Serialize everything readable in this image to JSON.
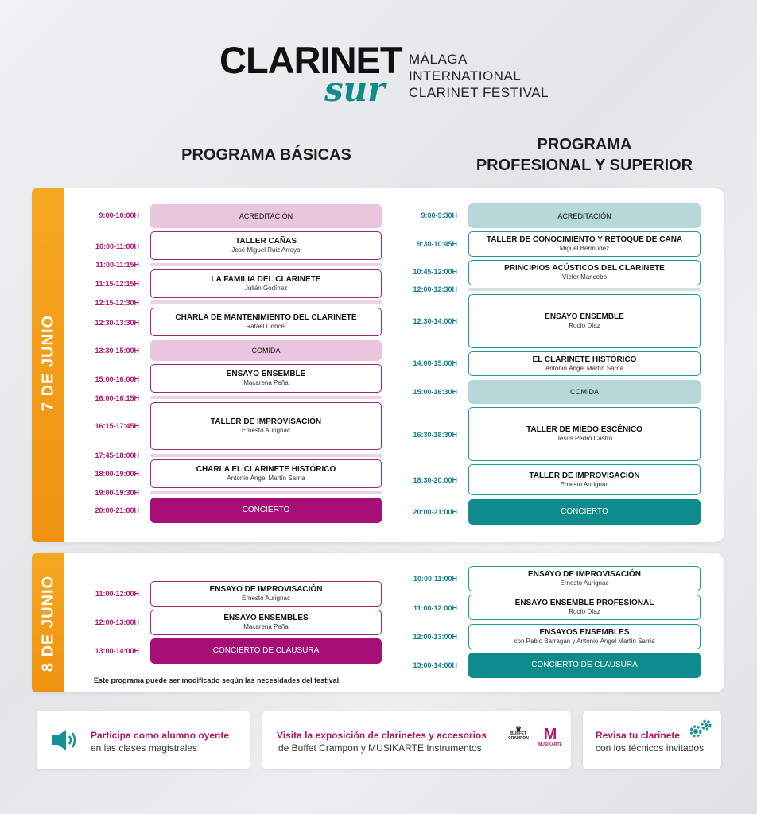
{
  "logo": {
    "main": "CLARINET",
    "script": "sur",
    "sub1": "MÁLAGA",
    "sub2": "INTERNATIONAL",
    "sub3": "CLARINET FESTIVAL"
  },
  "titles": {
    "basicas": "PROGRAMA BÁSICAS",
    "prof1": "PROGRAMA",
    "prof2": "PROFESIONAL Y SUPERIOR"
  },
  "days": {
    "d1": "7 DE JUNIO",
    "d2": "8 DE JUNIO"
  },
  "day1_basicas": [
    {
      "time": "9:00-10:00H",
      "title": "ACREDITACIÓN",
      "sub": ""
    },
    {
      "time": "10:00-11:00H",
      "title": "TALLER CAÑAS",
      "sub": "José Miguel Ruiz Arroyo"
    },
    {
      "time": "11:00-11:15H",
      "title": "",
      "sub": ""
    },
    {
      "time": "11:15-12:15H",
      "title": "LA FAMILIA DEL CLARINETE",
      "sub": "Julián Godínez"
    },
    {
      "time": "12:15-12:30H",
      "title": "",
      "sub": ""
    },
    {
      "time": "12:30-13:30H",
      "title": "CHARLA DE MANTENIMIENTO DEL CLARINETE",
      "sub": "Rafael Doncel"
    },
    {
      "time": "13:30-15:00H",
      "title": "COMIDA",
      "sub": ""
    },
    {
      "time": "15:00-16:00H",
      "title": "ENSAYO ENSEMBLE",
      "sub": "Macarena Peña"
    },
    {
      "time": "16:00-16:15H",
      "title": "",
      "sub": ""
    },
    {
      "time": "16:15-17:45H",
      "title": "TALLER DE IMPROVISACIÓN",
      "sub": "Ernesto Aurignac"
    },
    {
      "time": "17:45-18:00H",
      "title": "",
      "sub": ""
    },
    {
      "time": "18:00-19:00H",
      "title": "CHARLA EL CLARINETE HISTÓRICO",
      "sub": "Antonio Ángel Martín Sarria"
    },
    {
      "time": "19:00-19:30H",
      "title": "",
      "sub": ""
    },
    {
      "time": "20:00-21:00H",
      "title": "CONCIERTO",
      "sub": ""
    }
  ],
  "day1_prof": [
    {
      "time": "9:00-9:30H",
      "title": "ACREDITACIÓN",
      "sub": ""
    },
    {
      "time": "9:30-10:45H",
      "title": "TALLER DE CONOCIMIENTO Y RETOQUE DE CAÑA",
      "sub": "Miguel Bermúdez"
    },
    {
      "time": "10:45-12:00H",
      "title": "PRINCIPIOS ACÚSTICOS DEL CLARINETE",
      "sub": "Víctor Mancebo"
    },
    {
      "time": "12:00-12:30H",
      "title": "",
      "sub": ""
    },
    {
      "time": "12:30-14:00H",
      "title": "ENSAYO ENSEMBLE",
      "sub": "Rocío Díaz"
    },
    {
      "time": "14:00-15:00H",
      "title": "EL CLARINETE HISTÓRICO",
      "sub": "Antonio Ángel Martín Sarria"
    },
    {
      "time": "15:00-16:30H",
      "title": "COMIDA",
      "sub": ""
    },
    {
      "time": "16:30-18:30H",
      "title": "TALLER DE MIEDO ESCÉNICO",
      "sub": "Jesús Pedro Castro"
    },
    {
      "time": "18:30-20:00H",
      "title": "TALLER DE IMPROVISACIÓN",
      "sub": "Ernesto Aurignac"
    },
    {
      "time": "20:00-21:00H",
      "title": "CONCIERTO",
      "sub": ""
    }
  ],
  "day2_basicas": [
    {
      "time": "11:00-12:00H",
      "title": "ENSAYO DE IMPROVISACIÓN",
      "sub": "Ernesto Aurignac"
    },
    {
      "time": "12:00-13:00H",
      "title": "ENSAYO ENSEMBLES",
      "sub": "Macarena Peña"
    },
    {
      "time": "13:00-14:00H",
      "title": "CONCIERTO DE CLAUSURA",
      "sub": ""
    }
  ],
  "day2_prof": [
    {
      "time": "10:00-11:00H",
      "title": "ENSAYO DE IMPROVISACIÓN",
      "sub": "Ernesto Aurignac"
    },
    {
      "time": "11:00-12:00H",
      "title": "ENSAYO ENSEMBLE PROFESIONAL",
      "sub": "Rocío Díaz"
    },
    {
      "time": "12:00-13:00H",
      "title": "ENSAYOS ENSEMBLES",
      "sub": "con Pablo Barragán y Antonio Ángel Martín Sarria"
    },
    {
      "time": "13:00-14:00H",
      "title": "CONCIERTO DE CLAUSURA",
      "sub": ""
    }
  ],
  "note": "Este programa puede ser modificado según las necesidades del festival.",
  "footer": {
    "f1_hl": "Participa como alumno oyente",
    "f1_txt": "en las clases magistrales",
    "f2_hl": "Visita la exposición de clarinetes y accesorios",
    "f2_txt": "de Buffet Crampon y MUSIKARTE  Instrumentos",
    "f3_hl": "Revisa tu clarinete",
    "f3_txt": "con los técnicos invitados",
    "bc_logo1": "BUFFET",
    "bc_logo2": "CRAMPON",
    "mk_logo": "MUSIKARTE"
  },
  "colors": {
    "basicas": "#b0166e",
    "prof": "#167f8d",
    "day": "#f39c12"
  },
  "icons": {
    "speaker": "speaker-icon",
    "gears": "gears-icon"
  }
}
